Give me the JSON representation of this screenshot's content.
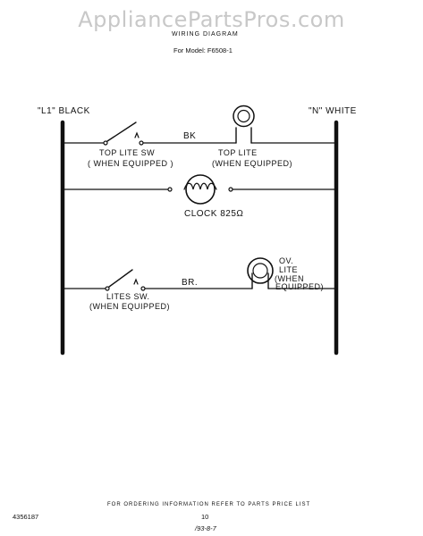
{
  "watermark": "AppliancePartsPros.com",
  "header": {
    "subtitle": "WIRING DIAGRAM",
    "model": "For Model: F6508-1"
  },
  "diagram": {
    "left_bus": "\"L1\" BLACK",
    "right_bus": "\"N\" WHITE",
    "top_lite_sw": [
      "TOP LITE SW",
      "( WHEN EQUIPPED )"
    ],
    "wire_bk": "BK",
    "top_lite": [
      "TOP LITE",
      "(WHEN EQUIPPED)"
    ],
    "clock": "CLOCK 825Ω",
    "lites_sw": [
      "LITES SW.",
      "(WHEN EQUIPPED)"
    ],
    "wire_br": "BR.",
    "ov_lite": [
      "OV.",
      "LITE",
      "(WHEN",
      "EQUIPPED)"
    ]
  },
  "footer": {
    "ordering": "FOR ORDERING INFORMATION REFER TO PARTS PRICE LIST",
    "part_no": "4356187",
    "page": "10",
    "code": "/93-8-7"
  }
}
